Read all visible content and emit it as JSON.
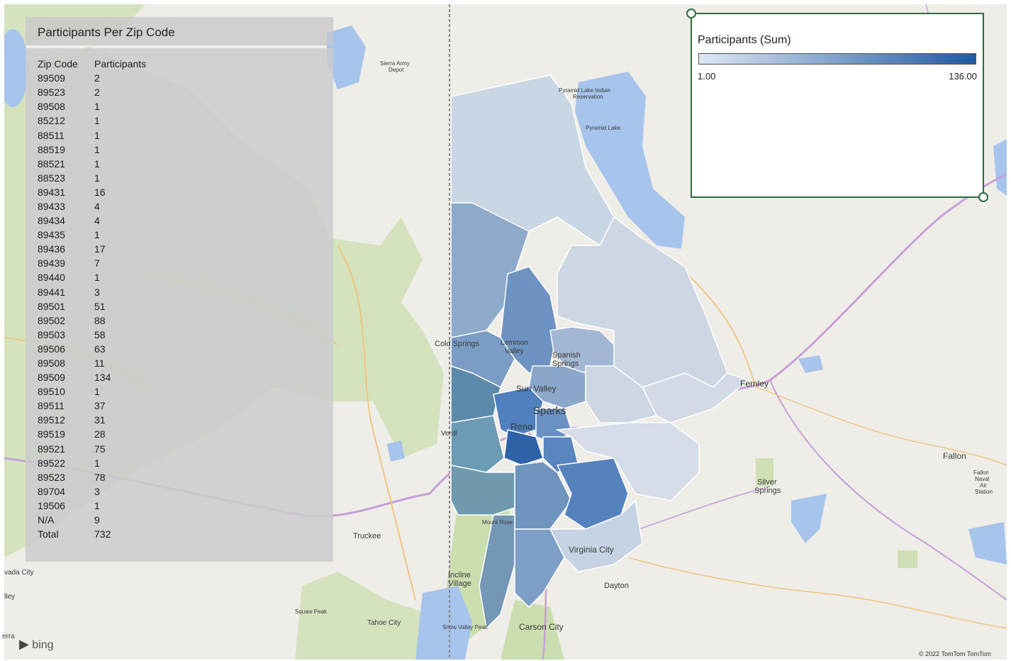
{
  "table": {
    "title": "Participants Per Zip Code",
    "headers": [
      "Zip Code",
      "Participants"
    ],
    "rows": [
      [
        "89509",
        "2"
      ],
      [
        "89523",
        "2"
      ],
      [
        "89508",
        "1"
      ],
      [
        "85212",
        "1"
      ],
      [
        "88511",
        "1"
      ],
      [
        "88519",
        "1"
      ],
      [
        "88521",
        "1"
      ],
      [
        "88523",
        "1"
      ],
      [
        "89431",
        "16"
      ],
      [
        "89433",
        "4"
      ],
      [
        "89434",
        "4"
      ],
      [
        "89435",
        "1"
      ],
      [
        "89436",
        "17"
      ],
      [
        "89439",
        "7"
      ],
      [
        "89440",
        "1"
      ],
      [
        "89441",
        "3"
      ],
      [
        "89501",
        "51"
      ],
      [
        "89502",
        "88"
      ],
      [
        "89503",
        "58"
      ],
      [
        "89506",
        "63"
      ],
      [
        "89508",
        "11"
      ],
      [
        "89509",
        "134"
      ],
      [
        "89510",
        "1"
      ],
      [
        "89511",
        "37"
      ],
      [
        "89512",
        "31"
      ],
      [
        "89519",
        "28"
      ],
      [
        "89521",
        "75"
      ],
      [
        "89522",
        "1"
      ],
      [
        "89523",
        "78"
      ],
      [
        "89704",
        "3"
      ],
      [
        "19506",
        "1"
      ],
      [
        "N/A",
        "9"
      ],
      [
        "Total",
        "732"
      ]
    ]
  },
  "legend": {
    "title": "Participants (Sum)",
    "min": "1.00",
    "max": "136.00",
    "color_low": "#dde7f3",
    "color_high": "#1f5aa2"
  },
  "map_labels": {
    "sierra_army_depot": [
      "Sierra Army",
      "Depot"
    ],
    "pyramid_lake_reservation": [
      "Pyramid Lake Indian",
      "Reservation"
    ],
    "pyramid_lake": "Pyramid Lake",
    "cold_springs": "Cold Springs",
    "lemmon_valley": [
      "Lemmon",
      "Valley"
    ],
    "spanish_springs": [
      "Spanish",
      "Springs"
    ],
    "sun_valley": "Sun Valley",
    "sparks": "Sparks",
    "reno": "Reno",
    "verdi": "Verdi",
    "fernley": "Fernley",
    "fallon": "Fallon",
    "fallon_naval": [
      "Fallon",
      "Naval",
      "Air",
      "Station"
    ],
    "silver_springs": [
      "Silver",
      "Springs"
    ],
    "truckee": "Truckee",
    "mount_rose": "Mount Rose",
    "virginia_city": "Virginia City",
    "incline_village": [
      "Incline",
      "Village"
    ],
    "dayton": "Dayton",
    "squaw_peak": "Squaw Peak",
    "tahoe_city": "Tahoe City",
    "snow_valley_peak": "Snow Valley Peak",
    "carson_city": "Carson City",
    "nevada_city": "vada City",
    "valley": "lley"
  },
  "attribution": {
    "bing": "bing",
    "bing_prefix": "erra",
    "copyright": "© 2022 TomTom  TomTom"
  }
}
